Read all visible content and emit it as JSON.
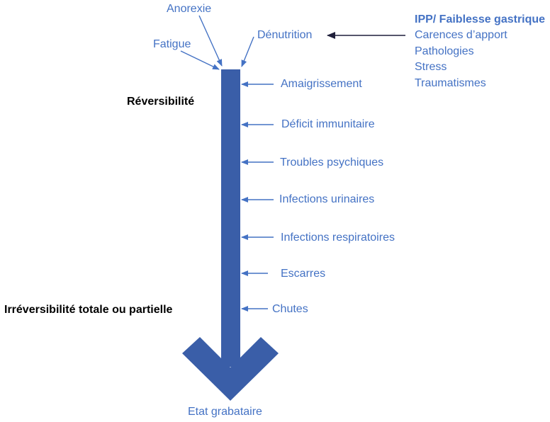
{
  "colors": {
    "accent": "#3a5ea8",
    "label_blue": "#4472c4",
    "text_black": "#000000"
  },
  "top_inputs": {
    "anorexie": "Anorexie",
    "fatigue": "Fatigue",
    "denutrition": "Dénutrition"
  },
  "causes": {
    "title": "IPP/ Faiblesse gastrique",
    "items": [
      "Carences d’apport",
      "Pathologies",
      "Stress",
      "Traumatismes"
    ]
  },
  "stages": {
    "reversibility": "Réversibilité",
    "irreversibility": "Irréversibilité totale ou partielle"
  },
  "consequences": [
    "Amaigrissement",
    "Déficit immunitaire",
    "Troubles psychiques",
    "Infections urinaires",
    "Infections respiratoires",
    "Escarres",
    "Chutes"
  ],
  "outcome": "Etat grabataire"
}
